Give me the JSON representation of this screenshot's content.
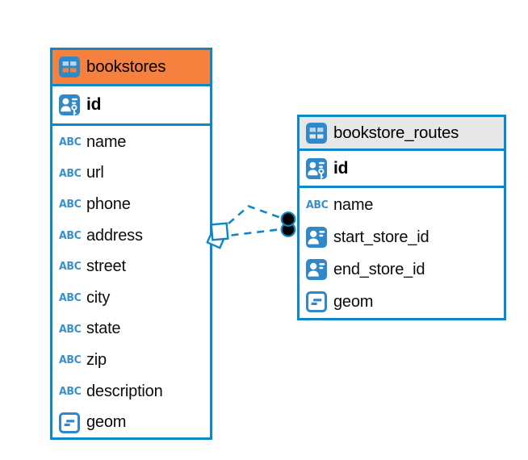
{
  "diagram": {
    "tables": [
      {
        "name": "bookstores",
        "selected": true,
        "header_bg": "#F6803E",
        "table_icon": "table-icon",
        "primary_key": {
          "name": "id",
          "icon": "person-key-icon"
        },
        "columns": [
          {
            "name": "name",
            "type": "text",
            "icon": "text-abc-icon"
          },
          {
            "name": "url",
            "type": "text",
            "icon": "text-abc-icon"
          },
          {
            "name": "phone",
            "type": "text",
            "icon": "text-abc-icon"
          },
          {
            "name": "address",
            "type": "text",
            "icon": "text-abc-icon"
          },
          {
            "name": "street",
            "type": "text",
            "icon": "text-abc-icon"
          },
          {
            "name": "city",
            "type": "text",
            "icon": "text-abc-icon"
          },
          {
            "name": "state",
            "type": "text",
            "icon": "text-abc-icon"
          },
          {
            "name": "zip",
            "type": "text",
            "icon": "text-abc-icon"
          },
          {
            "name": "description",
            "type": "text",
            "icon": "text-abc-icon"
          },
          {
            "name": "geom",
            "type": "geometry",
            "icon": "geometry-icon"
          }
        ]
      },
      {
        "name": "bookstore_routes",
        "selected": false,
        "header_bg": "#E7E7E7",
        "table_icon": "table-icon",
        "primary_key": {
          "name": "id",
          "icon": "person-key-icon"
        },
        "columns": [
          {
            "name": "name",
            "type": "text",
            "icon": "text-abc-icon"
          },
          {
            "name": "start_store_id",
            "type": "foreign-key",
            "icon": "person-card-icon"
          },
          {
            "name": "end_store_id",
            "type": "foreign-key",
            "icon": "person-card-icon"
          },
          {
            "name": "geom",
            "type": "geometry",
            "icon": "geometry-icon"
          }
        ]
      }
    ],
    "relationships": [
      {
        "from": "bookstore_routes.start_store_id",
        "to": "bookstores.id",
        "line_style": "dashed"
      },
      {
        "from": "bookstore_routes.end_store_id",
        "to": "bookstores.id",
        "line_style": "dashed"
      }
    ],
    "markers": {
      "one_side": "overlapping-squares-marker",
      "many_side": "stacked-filled-dots-marker"
    }
  },
  "icons": {
    "text_type_glyph": "ABC"
  },
  "colors": {
    "accent_blue": "#0E87C8",
    "icon_blue": "#2F88C9",
    "abc_blue": "#3A90CA",
    "selected_header_orange": "#F6803E",
    "header_gray": "#E7E7E7",
    "icon_cell_light": "#B7D6EF"
  }
}
